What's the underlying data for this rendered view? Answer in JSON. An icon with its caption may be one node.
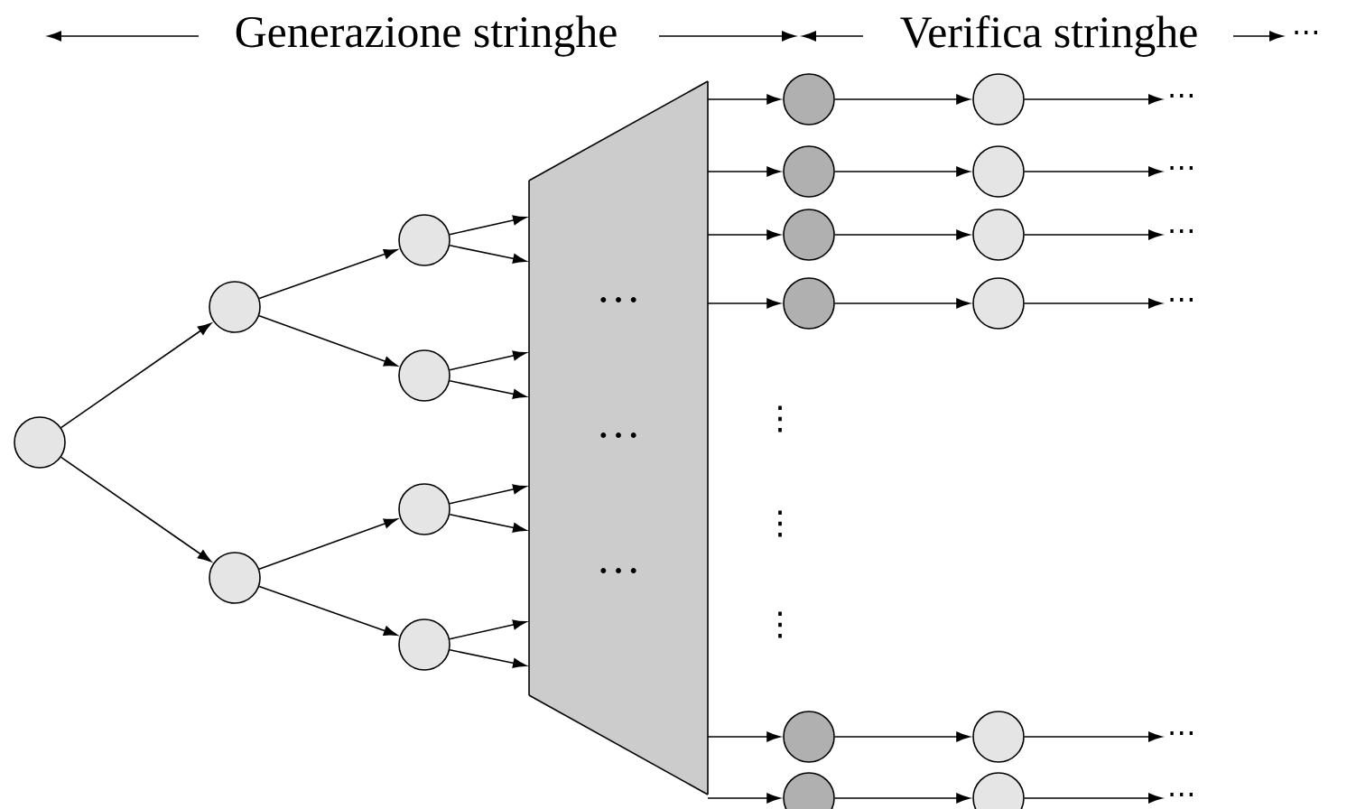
{
  "diagram": {
    "nodes": [
      {
        "text": [],
        "shape": "circle"
      },
      {
        "text": [],
        "shape": "circle"
      },
      {
        "text": [],
        "shape": "circle"
      },
      {
        "text": [],
        "shape": "circle"
      },
      {
        "text": [],
        "shape": "circle"
      },
      {
        "text": [],
        "shape": "circle"
      },
      {
        "text": [],
        "shape": "circle"
      },
      {
        "text": [
          "…",
          "…",
          "…"
        ]
      },
      {
        "text": [],
        "shape": "circle"
      },
      {
        "text": [],
        "shape": "circle"
      },
      {
        "text": [],
        "shape": "circle"
      },
      {
        "text": [],
        "shape": "circle"
      },
      {
        "text": [],
        "shape": "circle"
      },
      {
        "text": [],
        "shape": "circle"
      },
      {
        "text": [],
        "shape": "circle"
      },
      {
        "text": [],
        "shape": "circle"
      },
      {
        "text": [],
        "shape": "circle"
      },
      {
        "text": [],
        "shape": "circle"
      },
      {
        "text": [],
        "shape": "circle"
      },
      {
        "text": [],
        "shape": "circle"
      },
      {
        "text": [
          "⋯"
        ]
      },
      {
        "text": [
          "⋯"
        ]
      },
      {
        "text": [
          "⋯"
        ]
      },
      {
        "text": [
          "⋯"
        ]
      },
      {
        "text": [
          "⋯"
        ]
      },
      {
        "text": [
          "⋯"
        ]
      }
    ],
    "edges": [
      {
        "from": 0,
        "to": 1,
        "arrow": "to"
      },
      {
        "from": 0,
        "to": 2,
        "arrow": "to"
      },
      {
        "from": 1,
        "to": 3,
        "arrow": "to"
      },
      {
        "from": 1,
        "to": 4,
        "arrow": "to"
      },
      {
        "from": 2,
        "to": 5,
        "arrow": "to"
      },
      {
        "from": 2,
        "to": 6,
        "arrow": "to"
      },
      {
        "from": 3,
        "to": 7,
        "arrow": "to"
      },
      {
        "from": 3,
        "to": 7,
        "arrow": "to"
      },
      {
        "from": 4,
        "to": 7,
        "arrow": "to"
      },
      {
        "from": 4,
        "to": 7,
        "arrow": "to"
      },
      {
        "from": 5,
        "to": 7,
        "arrow": "to"
      },
      {
        "from": 5,
        "to": 7,
        "arrow": "to"
      },
      {
        "from": 6,
        "to": 7,
        "arrow": "to"
      },
      {
        "from": 6,
        "to": 7,
        "arrow": "to"
      },
      {
        "from": 7,
        "to": 8,
        "arrow": "to"
      },
      {
        "from": 7,
        "to": 9,
        "arrow": "to"
      },
      {
        "from": 7,
        "to": 10,
        "arrow": "to"
      },
      {
        "from": 7,
        "to": 11,
        "arrow": "to"
      },
      {
        "from": 7,
        "to": 12,
        "arrow": "to"
      },
      {
        "from": 7,
        "to": 13,
        "arrow": "to"
      },
      {
        "from": 8,
        "to": 14,
        "arrow": "to"
      },
      {
        "from": 9,
        "to": 15,
        "arrow": "to"
      },
      {
        "from": 10,
        "to": 16,
        "arrow": "to"
      },
      {
        "from": 11,
        "to": 17,
        "arrow": "to"
      },
      {
        "from": 12,
        "to": 18,
        "arrow": "to"
      },
      {
        "from": 13,
        "to": 19,
        "arrow": "to"
      },
      {
        "from": 14,
        "to": 20,
        "arrow": "to"
      },
      {
        "from": 15,
        "to": 21,
        "arrow": "to"
      },
      {
        "from": 16,
        "to": 22,
        "arrow": "to"
      },
      {
        "from": 17,
        "to": 23,
        "arrow": "to"
      },
      {
        "from": 18,
        "to": 24,
        "arrow": "to"
      },
      {
        "from": 19,
        "to": 25,
        "arrow": "to"
      }
    ],
    "labels": [
      "Generazione stringhe",
      "Verifica stringhe",
      "⋯",
      "⋮",
      "⋮",
      "⋮"
    ]
  }
}
